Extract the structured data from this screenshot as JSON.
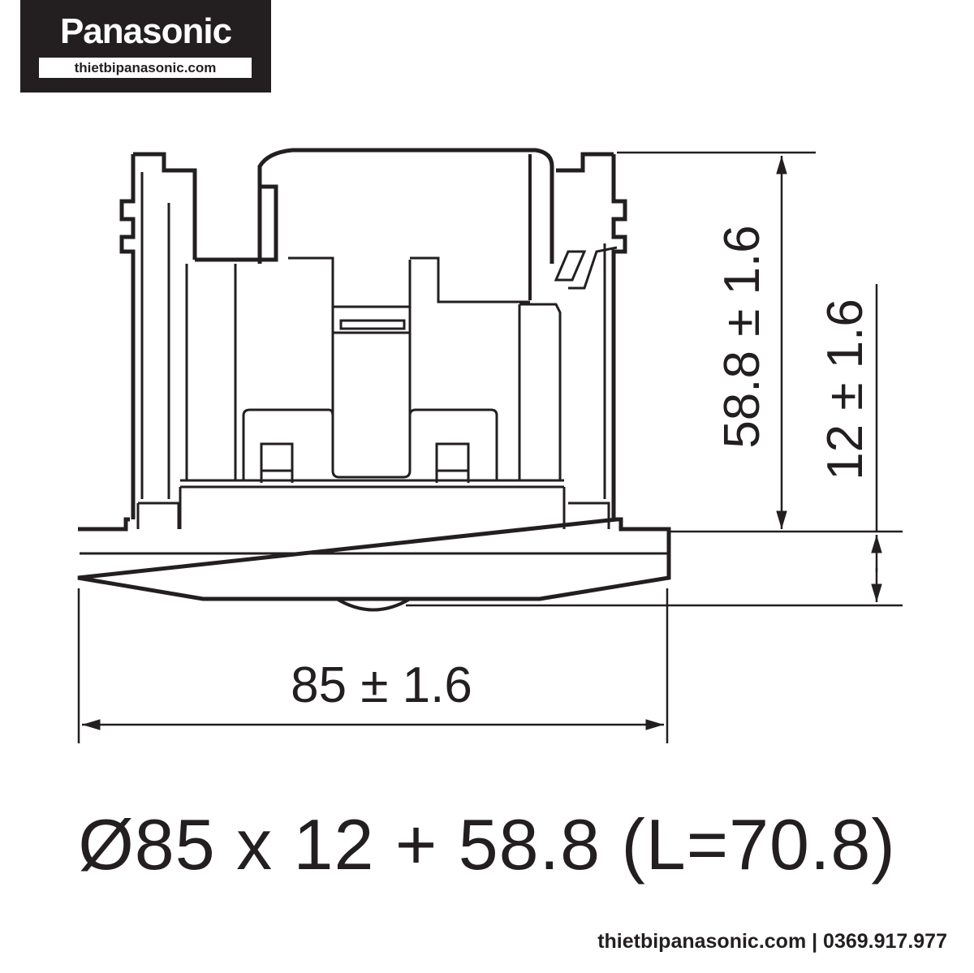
{
  "logo": {
    "brand": "Panasonic",
    "url": "thietbipanasonic.com"
  },
  "dimensions": {
    "height": "58.8 ± 1.6",
    "plate": "12 ± 1.6",
    "diameter": "85 ± 1.6"
  },
  "formula": "Ø85 x 12 + 58.8 (L=70.8)",
  "footer": "thietbipanasonic.com | 0369.917.977",
  "colors": {
    "ink": "#231f20",
    "logo_bg": "#231f20"
  }
}
